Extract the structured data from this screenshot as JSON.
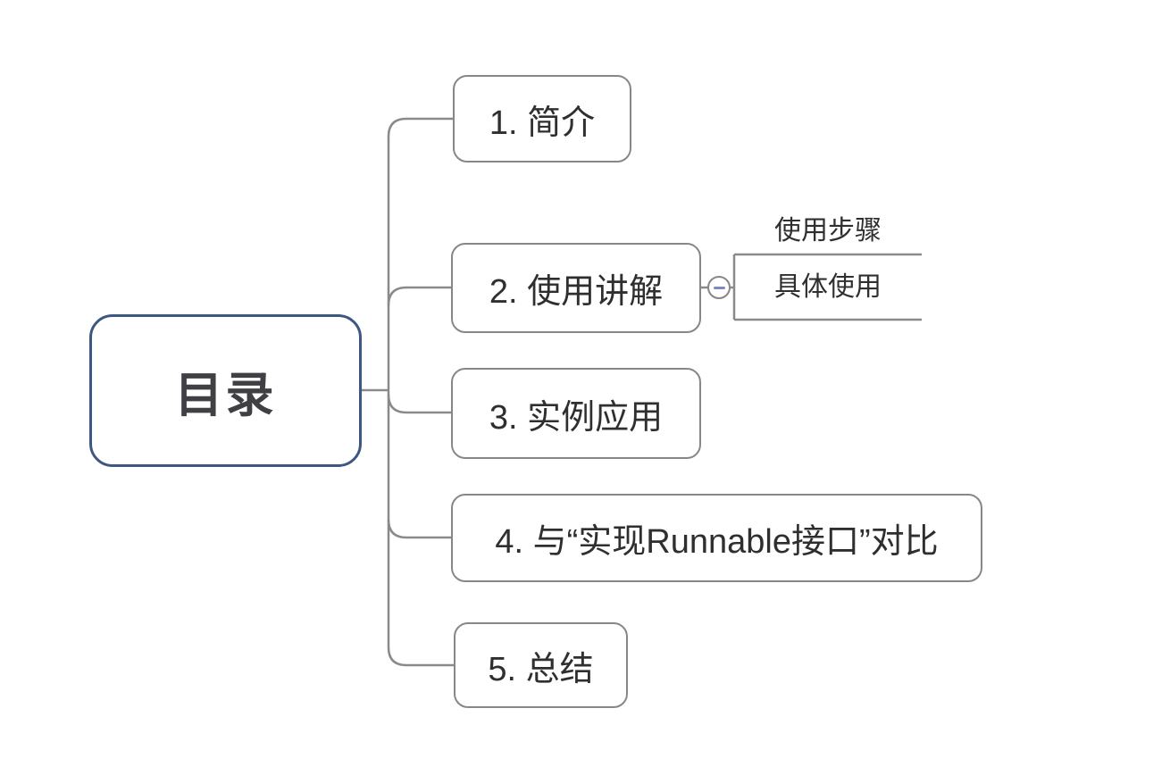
{
  "mindmap": {
    "root": {
      "label": "目录"
    },
    "topics": [
      {
        "label": "1. 简介"
      },
      {
        "label": "2. 使用讲解"
      },
      {
        "label": "3. 实例应用"
      },
      {
        "label": "4. 与“实现Runnable接口”对比"
      },
      {
        "label": "5. 总结"
      }
    ],
    "subtopics": [
      {
        "label": "使用步骤"
      },
      {
        "label": "具体使用"
      }
    ],
    "collapse_button": {
      "icon": "minus-icon",
      "state": "expanded"
    },
    "colors": {
      "background": "#ffffff",
      "root_border": "#3d5880",
      "topic_border": "#878787",
      "connector_line": "#8a8a8a",
      "collapse_minus": "#7d88c4",
      "root_text": "#3f3f44",
      "topic_text": "#2f2f2f"
    }
  }
}
